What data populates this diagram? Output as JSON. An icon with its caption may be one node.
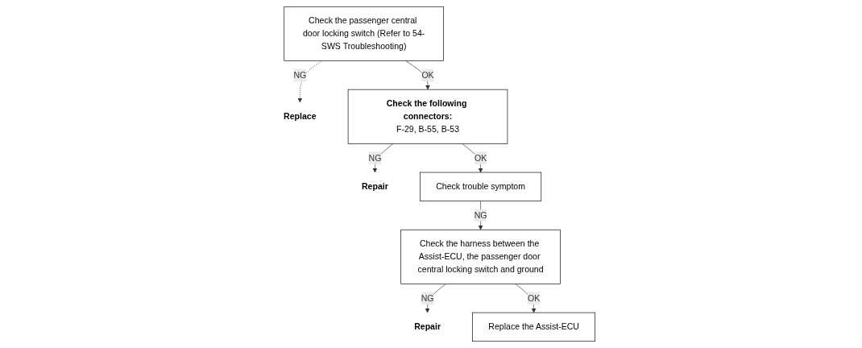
{
  "diagram": {
    "nodes": [
      {
        "text": [
          "Check the passenger central door locking switch (Refer to 54-SWS Troubleshooting)"
        ]
      },
      {
        "text": [
          "Replace"
        ]
      },
      {
        "text": [
          "Check the following connectors:",
          "F-29, B-55, B-53"
        ]
      },
      {
        "text": [
          "Repair"
        ]
      },
      {
        "text": [
          "Check trouble symptom"
        ]
      },
      {
        "text": [
          "Check the harness between the Assist-ECU, the passenger door central locking switch and ground"
        ]
      },
      {
        "text": [
          "Repair"
        ]
      },
      {
        "text": [
          "Replace the Assist-ECU"
        ]
      }
    ],
    "edges": [
      {
        "from": 0,
        "to": 1,
        "arrow": "to",
        "label": "NG",
        "style": "dashed"
      },
      {
        "from": 0,
        "to": 2,
        "arrow": "to",
        "label": "OK"
      },
      {
        "from": 2,
        "to": 3,
        "arrow": "to",
        "label": "NG"
      },
      {
        "from": 2,
        "to": 4,
        "arrow": "to",
        "label": "OK"
      },
      {
        "from": 4,
        "to": 5,
        "arrow": "to",
        "label": "NG"
      },
      {
        "from": 5,
        "to": 6,
        "arrow": "to",
        "label": "NG"
      },
      {
        "from": 5,
        "to": 7,
        "arrow": "to",
        "label": "OK"
      }
    ]
  }
}
